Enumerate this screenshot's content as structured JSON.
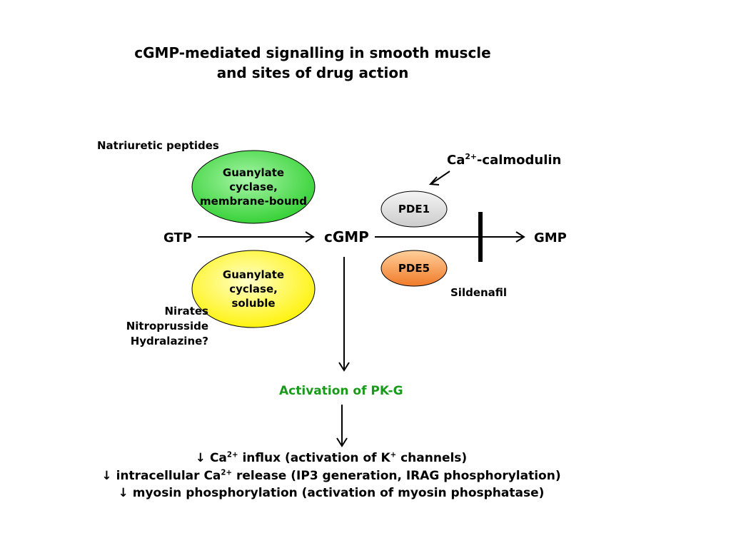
{
  "title": {
    "line1": "cGMP-mediated signalling in smooth muscle",
    "line2": "and sites of drug action"
  },
  "nodes": {
    "gtp": "GTP",
    "cgmp": "cGMP",
    "gmp": "GMP",
    "pde1": "PDE1",
    "pde5": "PDE5",
    "pkg": "Activation of PK-G"
  },
  "guanylate_membrane": {
    "line1": "Guanylate",
    "line2": "cyclase,",
    "line3": "membrane-bound"
  },
  "guanylate_soluble": {
    "line1": "Guanylate",
    "line2": "cyclase,",
    "line3": "soluble"
  },
  "activators": {
    "natriuretic": "Natriuretic peptides",
    "nitrates": "Nirates",
    "nitroprusside": "Nitroprusside",
    "hydralazine": "Hydralazine?"
  },
  "calmodulin": {
    "prefix": "Ca",
    "sup": "2+",
    "suffix": "-calmodulin"
  },
  "inhibitor": "Sildenafil",
  "effects": [
    {
      "arrow": "↓",
      "pre": "Ca",
      "sup": "2+",
      "post": " influx (activation of K",
      "sup2": "+",
      "post2": " channels)"
    },
    {
      "arrow": "↓",
      "pre": "intracellular Ca",
      "sup": "2+",
      "post": " release (IP3 generation, IRAG phosphorylation)"
    },
    {
      "arrow": "↓",
      "pre": "myosin phosphorylation (activation of myosin phosphatase)"
    }
  ],
  "colors": {
    "membrane_gc": "#3fd93f",
    "soluble_gc": "#ffff33",
    "pde1": "#dcdcdc",
    "pde5": "#f78a3a",
    "pkg_text": "#1a9a1a"
  }
}
